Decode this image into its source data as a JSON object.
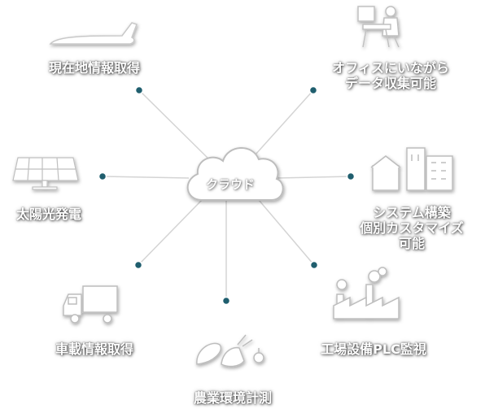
{
  "center": {
    "label": "クラウド"
  },
  "nodes": [
    {
      "id": "location",
      "label_lines": [
        "現在地情報取得"
      ],
      "icon": "airplane-icon"
    },
    {
      "id": "office",
      "label_lines": [
        "オフィスにいながら",
        "データ収集可能"
      ],
      "icon": "office-worker-icon"
    },
    {
      "id": "solar",
      "label_lines": [
        "太陽光発電"
      ],
      "icon": "solar-panel-icon"
    },
    {
      "id": "system",
      "label_lines": [
        "システム構築",
        "個別カスタマイズ",
        "可能"
      ],
      "icon": "buildings-icon"
    },
    {
      "id": "vehicle",
      "label_lines": [
        "車載情報取得"
      ],
      "icon": "truck-icon"
    },
    {
      "id": "agriculture",
      "label_lines": [
        "農業環境計測"
      ],
      "icon": "vegetables-icon"
    },
    {
      "id": "factory",
      "label_lines": [
        "工場設備PLC監視"
      ],
      "icon": "factory-icon"
    }
  ],
  "colors": {
    "dot": "#1f5e6e",
    "line": "#d4d4d4",
    "text": "#ffffff"
  }
}
